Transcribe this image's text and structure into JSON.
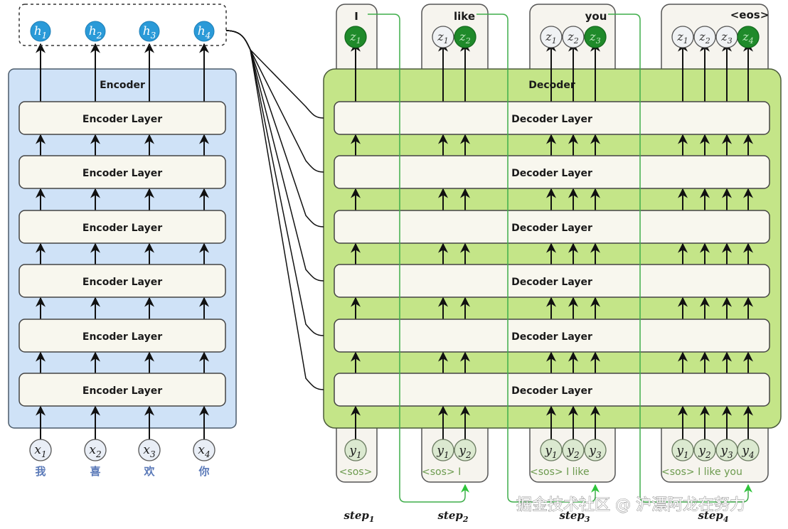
{
  "colors": {
    "encoder_bg": "#cfe2f7",
    "encoder_border": "#4a5a6a",
    "layer_bg": "#f8f7ee",
    "decoder_bg": "#c4e588",
    "decoder_border": "#4a5a3a",
    "h_circle": "#2a9ad8",
    "z_active": "#1f8a2a",
    "z_inactive": "#f0f2f4",
    "y_circle": "#dbe9d0",
    "x_circle": "#e9eef6",
    "feedback_line": "#3fae4a",
    "feedback_arrow": "#2ec43a",
    "token_text": "#6c9a4e",
    "chinese_text": "#5a79b8",
    "step_box_bg": "#f6f4ee"
  },
  "encoder": {
    "title": "Encoder",
    "layer_label": "Encoder Layer",
    "layer_count": 6,
    "outputs": [
      {
        "base": "h",
        "sub": "1"
      },
      {
        "base": "h",
        "sub": "2"
      },
      {
        "base": "h",
        "sub": "3"
      },
      {
        "base": "h",
        "sub": "4"
      }
    ],
    "inputs": [
      {
        "base": "x",
        "sub": "1",
        "word": "我"
      },
      {
        "base": "x",
        "sub": "2",
        "word": "喜"
      },
      {
        "base": "x",
        "sub": "3",
        "word": "欢"
      },
      {
        "base": "x",
        "sub": "4",
        "word": "你"
      }
    ]
  },
  "decoder": {
    "title": "Decoder",
    "layer_label": "Decoder Layer",
    "layer_count": 6,
    "steps": [
      {
        "label_base": "step",
        "label_sub": "1",
        "output_token": "I",
        "outputs": [
          {
            "base": "z",
            "sub": "1",
            "active": true
          }
        ],
        "inputs": [
          {
            "base": "y",
            "sub": "1"
          }
        ],
        "input_tokens": [
          "<sos>"
        ]
      },
      {
        "label_base": "step",
        "label_sub": "2",
        "output_token": "like",
        "outputs": [
          {
            "base": "z",
            "sub": "1",
            "active": false
          },
          {
            "base": "z",
            "sub": "2",
            "active": true
          }
        ],
        "inputs": [
          {
            "base": "y",
            "sub": "1"
          },
          {
            "base": "y",
            "sub": "2"
          }
        ],
        "input_tokens": [
          "<sos>",
          "I"
        ]
      },
      {
        "label_base": "step",
        "label_sub": "3",
        "output_token": "you",
        "outputs": [
          {
            "base": "z",
            "sub": "1",
            "active": false
          },
          {
            "base": "z",
            "sub": "2",
            "active": false
          },
          {
            "base": "z",
            "sub": "3",
            "active": true
          }
        ],
        "inputs": [
          {
            "base": "y",
            "sub": "1"
          },
          {
            "base": "y",
            "sub": "2"
          },
          {
            "base": "y",
            "sub": "3"
          }
        ],
        "input_tokens": [
          "<sos>",
          "I",
          "like"
        ]
      },
      {
        "label_base": "step",
        "label_sub": "4",
        "output_token": "<eos>",
        "outputs": [
          {
            "base": "z",
            "sub": "1",
            "active": false
          },
          {
            "base": "z",
            "sub": "2",
            "active": false
          },
          {
            "base": "z",
            "sub": "3",
            "active": false
          },
          {
            "base": "z",
            "sub": "4",
            "active": true
          }
        ],
        "inputs": [
          {
            "base": "y",
            "sub": "1"
          },
          {
            "base": "y",
            "sub": "2"
          },
          {
            "base": "y",
            "sub": "3"
          },
          {
            "base": "y",
            "sub": "4"
          }
        ],
        "input_tokens": [
          "<sos>",
          "I",
          "like",
          "you"
        ]
      }
    ]
  },
  "watermark": "掘金技术社区 @ 沪漂阿龙在努力"
}
